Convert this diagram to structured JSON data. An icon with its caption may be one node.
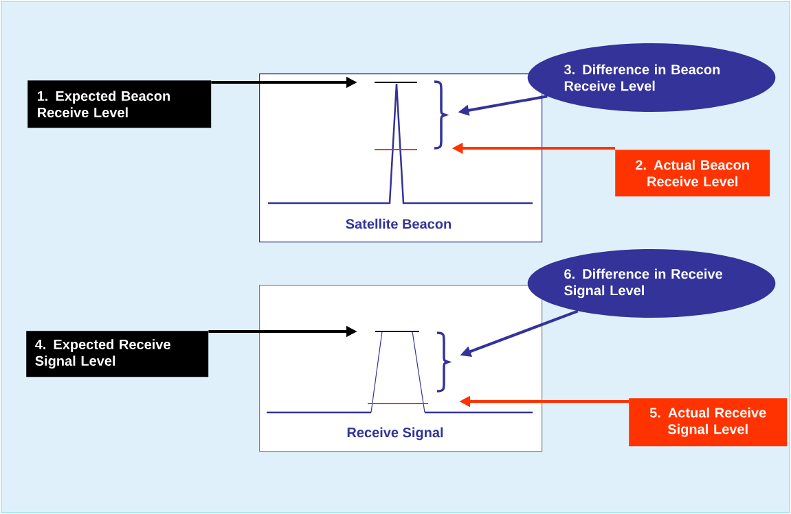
{
  "diagram": {
    "nodes": [
      {
        "text": [
          "Satellite Beacon"
        ]
      },
      {
        "text": [
          "1. Expected Beacon Receive Level"
        ]
      },
      {
        "text": [
          "3.  Difference in Beacon Receive Level"
        ]
      },
      {
        "text": [],
        "shape": "line",
        "in": 0
      },
      {
        "text": [],
        "shape": "brace",
        "in": 0
      },
      {
        "text": [
          "2. Actual Beacon Receive Level"
        ]
      },
      {
        "text": [
          "Receive Signal"
        ]
      },
      {
        "text": [
          "6.  Difference in Receive Signal Level"
        ]
      },
      {
        "text": [
          "4. Expected Receive Signal Level"
        ]
      },
      {
        "text": [],
        "shape": "line",
        "in": 6
      },
      {
        "text": [],
        "shape": "brace",
        "in": 6
      },
      {
        "text": [
          "5. Actual Receive Signal Level"
        ]
      }
    ],
    "edges": [
      {
        "from": 1,
        "to": 3,
        "arrow": "to",
        "color": "#000000"
      },
      {
        "from": 2,
        "to": 4,
        "arrow": "to",
        "color": "#333399"
      },
      {
        "from": 5,
        "to": 4,
        "arrow": "to",
        "color": "#ff3300"
      },
      {
        "from": 8,
        "to": 9,
        "arrow": "to",
        "color": "#000000"
      },
      {
        "from": 7,
        "to": 10,
        "arrow": "to",
        "color": "#333399"
      },
      {
        "from": 11,
        "to": null,
        "arrow": "to",
        "color": "#ff3300"
      }
    ]
  }
}
